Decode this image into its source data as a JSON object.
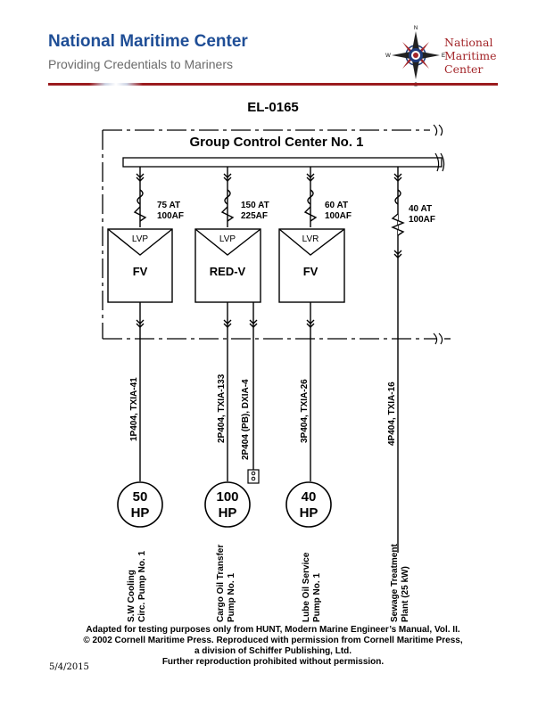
{
  "header": {
    "title": "National Maritime Center",
    "subtitle": "Providing Credentials to Mariners",
    "logo_lines": [
      "National",
      "Maritime",
      "Center"
    ],
    "compass_letters": [
      "N",
      "S",
      "E",
      "W"
    ]
  },
  "diagram": {
    "id": "EL-0165",
    "bus_label": "Group Control Center No. 1",
    "breakers": [
      {
        "trip": "75 AT",
        "frame": "100AF"
      },
      {
        "trip": "150 AT",
        "frame": "225AF"
      },
      {
        "trip": "60 AT",
        "frame": "100AF"
      },
      {
        "trip": "40 AT",
        "frame": "100AF"
      }
    ],
    "starters": [
      {
        "relay": "LVP",
        "type": "FV"
      },
      {
        "relay": "LVP",
        "type": "RED-V"
      },
      {
        "relay": "LVR",
        "type": "FV"
      }
    ],
    "cables": [
      "1P404, TXIA-41",
      "2P404, TXIA-133",
      "2P404 (PB), DXIA-4",
      "3P404, TXIA-26",
      "4P404, TXIA-16"
    ],
    "motors": [
      {
        "hp": "50",
        "unit": "HP"
      },
      {
        "hp": "100",
        "unit": "HP"
      },
      {
        "hp": "40",
        "unit": "HP"
      }
    ],
    "loads": [
      [
        "S.W Cooling",
        "Circ. Pump No. 1"
      ],
      [
        "Cargo Oil Transfer",
        "Pump No. 1"
      ],
      [
        "Lube Oil Service",
        "Pump No. 1"
      ],
      [
        "Sewage Treatment",
        "Plant (25 kW)"
      ]
    ]
  },
  "footer": {
    "lines": [
      "Adapted for testing purposes only from HUNT, Modern Marine Engineer’s Manual, Vol. II.",
      "© 2002 Cornell Maritime Press. Reproduced with permission from Cornell Maritime Press,",
      "a division of Schiffer Publishing, Ltd.",
      "Further reproduction prohibited without permission."
    ],
    "date": "5/4/2015"
  }
}
